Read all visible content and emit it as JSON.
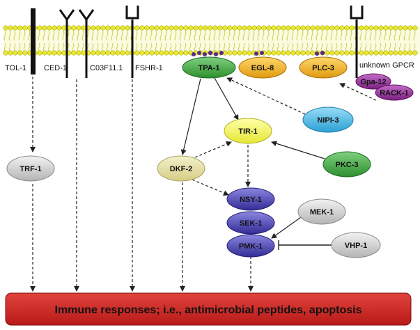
{
  "receptors": {
    "tol1": "TOL-1",
    "ced1": "CED-1",
    "c03f11": "C03F11.1",
    "fshr1": "FSHR-1",
    "gpcr": "unknown GPCR"
  },
  "nodes": {
    "tpa1": "TPA-1",
    "egl8": "EGL-8",
    "plc3": "PLC-3",
    "gpa12": "Gpa-12",
    "rack1": "RACK-1",
    "nipi3": "NIPI-3",
    "tir1": "TIR-1",
    "pkc3": "PKC-3",
    "trf1": "TRF-1",
    "dkf2": "DKF-2",
    "nsy1": "NSY-1",
    "sek1": "SEK-1",
    "pmk1": "PMK-1",
    "mek1": "MEK-1",
    "vhp1": "VHP-1"
  },
  "banner": "Immune responses; i.e., antimicrobial peptides, apoptosis",
  "colors": {
    "green": "#3aa83a",
    "orange": "#f0b429",
    "purple": "#8e2f93",
    "blue": "#3ab0e0",
    "yellow": "#f2f24a",
    "grey": "#c8c8c8",
    "navy": "#3f3aa8",
    "banner": "#c4201e",
    "membrane": "#e8e832"
  }
}
